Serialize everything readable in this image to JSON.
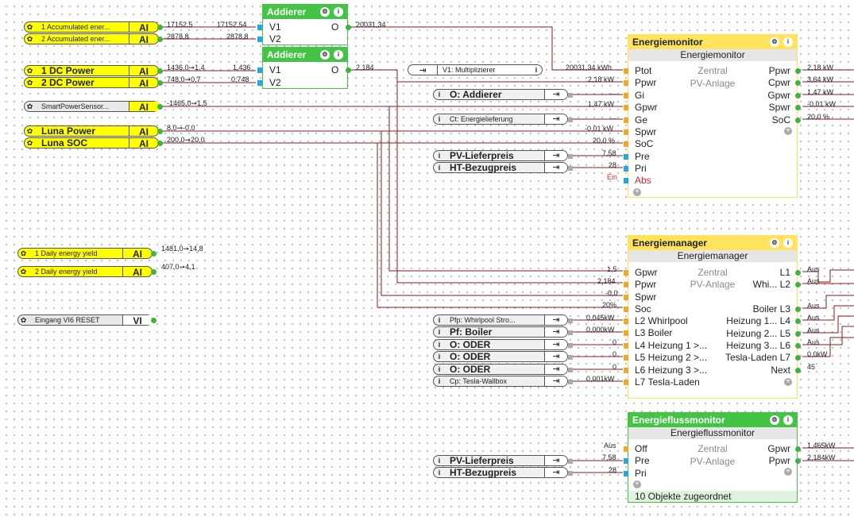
{
  "colors": {
    "wire": "#8b1a1a",
    "green": "#3db53d",
    "yellow": "#ffff00",
    "block_header": "#ffe35c",
    "block_header_green": "#44c444",
    "orange": "#f5a623",
    "blue": "#23a9e1"
  },
  "inputs": [
    {
      "label": "1 Accumulated ener...",
      "type": "AI",
      "value": "17152,5"
    },
    {
      "label": "2 Accumulated ener...",
      "type": "AI",
      "value": "2878,8"
    },
    {
      "label": "1 DC Power",
      "type": "AI",
      "value": "1436,0➞1,4"
    },
    {
      "label": "2 DC Power",
      "type": "AI",
      "value": "748,0➞0,7"
    },
    {
      "label": "SmartPowerSensor...",
      "type": "AI",
      "value": "-1465,0➞1,5"
    },
    {
      "label": "Luna Power",
      "type": "AI",
      "value": "8,0➞-0,0"
    },
    {
      "label": "Luna SOC",
      "type": "AI",
      "value": "200,0➞20,0"
    },
    {
      "label": "1 Daily energy yield",
      "type": "AI",
      "value": "1481,0➞14,8"
    },
    {
      "label": "2 Daily energy yield",
      "type": "AI",
      "value": "407,0➞4,1"
    },
    {
      "label": "Eingang VI6 RESET",
      "type": "VI"
    }
  ],
  "addierer1": {
    "title": "Addierer",
    "v1": "V1",
    "v2": "V2",
    "o": "O",
    "v1_in": "17152,54",
    "v2_in": "2878,8",
    "out": "20031,34"
  },
  "addierer2": {
    "title": "Addierer",
    "v1": "V1",
    "v2": "V2",
    "o": "O",
    "v1_in": "1,436",
    "v2_in": "0,748",
    "out": "2,184"
  },
  "mult_ref": {
    "label": "V1: Multiplizierer"
  },
  "monitor": {
    "title": "Energiemonitor",
    "subtitle": "Energiemonitor",
    "mid1": "Zentral",
    "mid2": "PV-Anlage",
    "inputs": [
      "Ptot",
      "Ppwr",
      "Gi",
      "Gpwr",
      "Ge",
      "Spwr",
      "SoC",
      "Pre",
      "Pri",
      "Abs"
    ],
    "input_values": [
      "20031,34 kWh",
      "2,18 kW",
      "...",
      "1,47 kW",
      "...",
      "-0,01 kW",
      "20,0 %",
      "7,58",
      "28",
      "Ein"
    ],
    "outputs": [
      "Ppwr",
      "Cpwr",
      "Gpwr",
      "Spwr",
      "SoC"
    ],
    "output_values": [
      "2,18 kW",
      "3,64 kW",
      "1,47 kW",
      "-0,01 kW",
      "20,0 %"
    ]
  },
  "monitor_refs": [
    "O: Addierer",
    "Ct: Energielieferung",
    "PV-Lieferpreis",
    "HT-Bezugpreis"
  ],
  "manager": {
    "title": "Energiemanager",
    "subtitle": "Energiemanager",
    "mid1": "Zentral",
    "mid2": "PV-Anlage",
    "inputs": [
      "Gpwr",
      "Ppwr",
      "Spwr",
      "Soc",
      "L2 Whirlpool",
      "L3 Boiler",
      "L4 Heizung 1 >...",
      "L5 Heizung 2 >...",
      "L6 Heizung 3 >...",
      "L7 Tesla-Laden"
    ],
    "input_values": [
      "1,5",
      "2,184",
      "-0,0",
      "20%",
      "0,045kW",
      "0,000kW",
      "0",
      "0",
      "0",
      "0,001kW"
    ],
    "outputs": [
      "L1",
      "Whi... L2",
      "Boiler L3",
      "Heizung 1... L4",
      "Heizung 2... L5",
      "Heizung 3... L6",
      "Tesla-Laden L7",
      "Next"
    ],
    "output_values": [
      "Aus",
      "Aus",
      "Aus",
      "Aus",
      "Aus",
      "Aus",
      "0,0kW",
      "45"
    ]
  },
  "manager_refs": [
    "Pfp: Whirlpool Stro...",
    "Pf: Boiler",
    "O: ODER",
    "O: ODER",
    "O: ODER",
    "Cp: Tesla-Wallbox"
  ],
  "flow": {
    "title": "Energieflussmonitor",
    "subtitle": "Energieflussmonitor",
    "mid1": "Zentral",
    "mid2": "PV-Anlage",
    "inputs": [
      "Off",
      "Pre",
      "Pri"
    ],
    "input_values": [
      "Aus",
      "7,58",
      "28"
    ],
    "outputs": [
      "Gpwr",
      "Ppwr"
    ],
    "output_values": [
      "1,465kW",
      "2,184kW"
    ],
    "footer": "10 Objekte zugeordnet"
  },
  "flow_refs": [
    "PV-Lieferpreis",
    "HT-Bezugpreis"
  ]
}
